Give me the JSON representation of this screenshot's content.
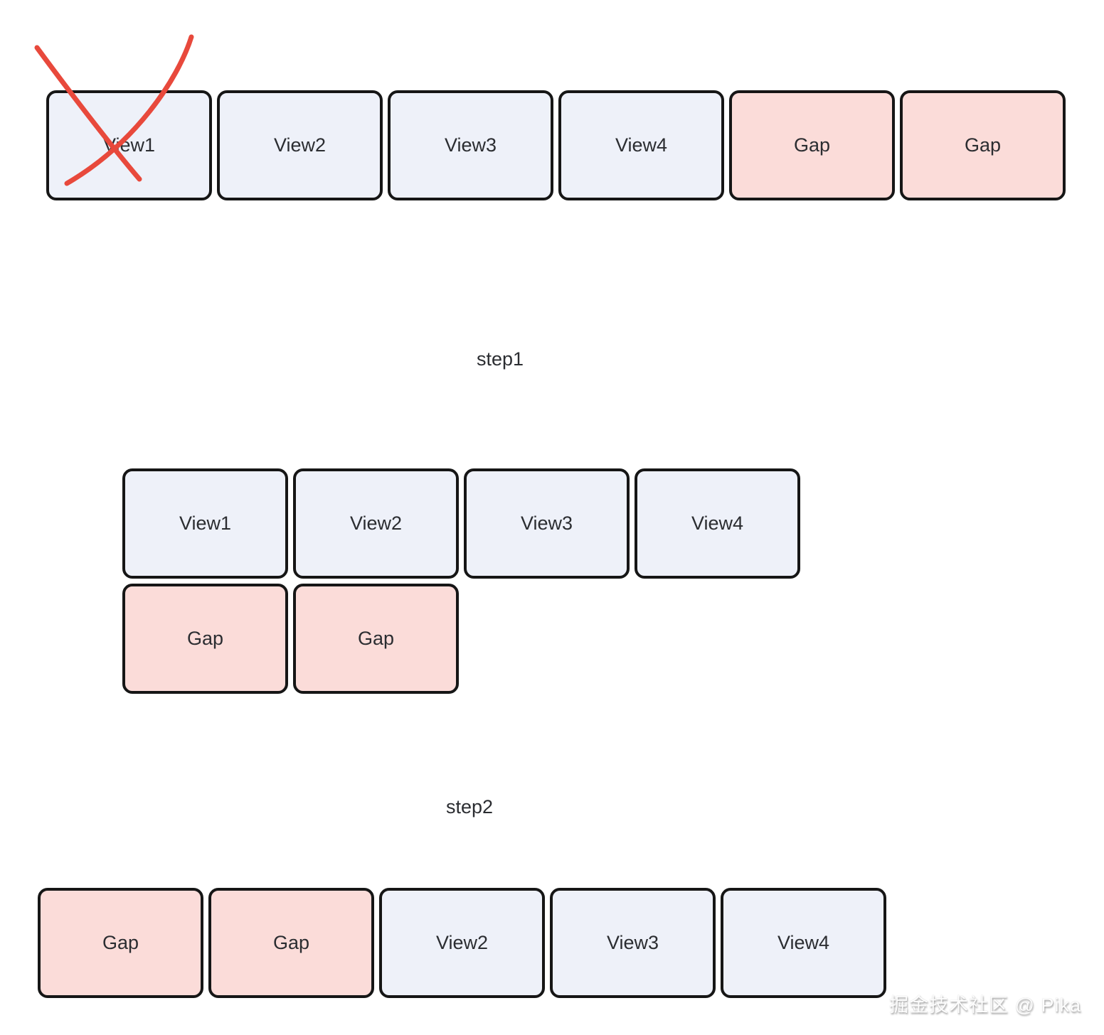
{
  "colors": {
    "background": "#ffffff",
    "view_fill": "#eef1f9",
    "gap_fill": "#fbdcd9",
    "box_border": "#161616",
    "box_text": "#2b2d31",
    "cross_stroke": "#e8493c"
  },
  "rows": {
    "initial": {
      "boxes": [
        "View1",
        "View2",
        "View3",
        "View4",
        "Gap",
        "Gap"
      ],
      "crossed_out": "View1"
    },
    "step1_result": {
      "views": [
        "View1",
        "View2",
        "View3",
        "View4"
      ],
      "gaps": [
        "Gap",
        "Gap"
      ]
    },
    "step2_result": {
      "boxes": [
        "Gap",
        "Gap",
        "View2",
        "View3",
        "View4"
      ]
    }
  },
  "steps": {
    "step1": "step1",
    "step2": "step2"
  },
  "watermark": "掘金技术社区 @ Pika"
}
